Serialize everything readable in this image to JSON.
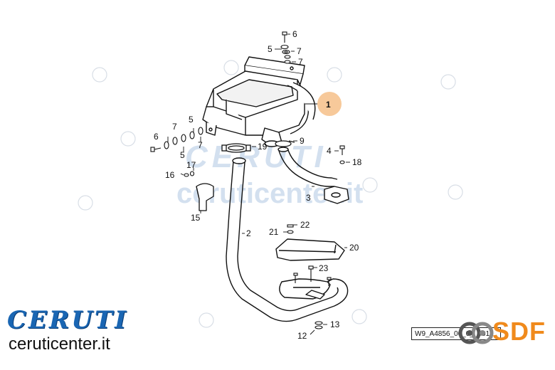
{
  "diagram": {
    "callouts": {
      "c1": "1",
      "c2": "2",
      "c3": "3",
      "c4": "4",
      "c5a": "5",
      "c5b": "5",
      "c5c": "5",
      "c6a": "6",
      "c6b": "6",
      "c7a": "7",
      "c7b": "7",
      "c7c": "7",
      "c7d": "7",
      "c9": "9",
      "c12": "12",
      "c13": "13",
      "c15": "15",
      "c16": "16",
      "c17": "17",
      "c18": "18",
      "c19": "19",
      "c20": "20",
      "c21": "21",
      "c22": "22",
      "c23": "23"
    },
    "highlight_color": "#f7c99a",
    "line_color": "#111111"
  },
  "watermark": {
    "brand": "CERUTI",
    "url": "ceruticenter.it",
    "color": "#c9d9ec"
  },
  "branding": {
    "name": "CERUTI",
    "url": "ceruticenter.it",
    "name_color": "#1a66b3"
  },
  "doc_ref": "W9_A4856_00_0__001",
  "sdf_logo": {
    "text": "SDF",
    "color": "#f08a1c"
  }
}
